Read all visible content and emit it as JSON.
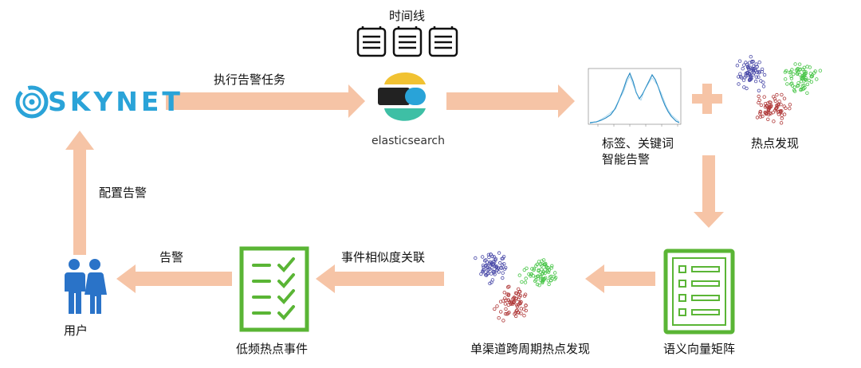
{
  "logo": {
    "text": "SKYNET"
  },
  "nodes": {
    "timeline": "时间线",
    "elasticsearch": "elasticsearch",
    "smart_alert_line1": "标签、关键词",
    "smart_alert_line2": "智能告警",
    "hotspot_discovery": "热点发现",
    "semantic_matrix": "语义向量矩阵",
    "cross_channel_hotspot": "单渠道跨周期热点发现",
    "low_freq_events": "低频热点事件",
    "user": "用户"
  },
  "edges": {
    "execute_alert_task": "执行告警任务",
    "configure_alert": "配置告警",
    "alert": "告警",
    "event_similarity": "事件相似度关联"
  },
  "colors": {
    "arrow": "#f6c4a6",
    "brand_blue": "#2aa3d8",
    "check_green": "#5ab535",
    "user_blue": "#2a73c8",
    "cluster_blue": "#4a4aa8",
    "cluster_red": "#b03a3a",
    "cluster_green": "#48c548"
  }
}
